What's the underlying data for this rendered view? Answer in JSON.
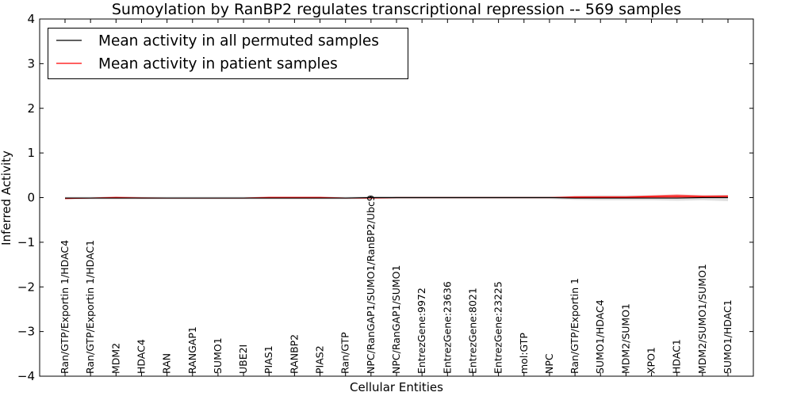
{
  "chart_data": {
    "type": "line",
    "title": "Sumoylation by RanBP2 regulates transcriptional repression -- 569 samples",
    "xlabel": "Cellular Entities",
    "ylabel": "Inferred Activity",
    "ylim": [
      -4,
      4
    ],
    "yticks": [
      "−4",
      "−3",
      "−2",
      "−1",
      "0",
      "1",
      "2",
      "3",
      "4"
    ],
    "ytick_values": [
      -4,
      -3,
      -2,
      -1,
      0,
      1,
      2,
      3,
      4
    ],
    "grid": false,
    "legend_position": "top-left",
    "categories": [
      "Ran/GTP/Exportin 1/HDAC4",
      "Ran/GTP/Exportin 1/HDAC1",
      "MDM2",
      "HDAC4",
      "RAN",
      "RANGAP1",
      "SUMO1",
      "UBE2I",
      "PIAS1",
      "RANBP2",
      "PIAS2",
      "Ran/GTP",
      "NPC/RanGAP1/SUMO1/RanBP2/Ubc9",
      "NPC/RanGAP1/SUMO1",
      "EntrezGene:9972",
      "EntrezGene:23636",
      "EntrezGene:8021",
      "EntrezGene:23225",
      "mol:GTP",
      "NPC",
      "Ran/GTP/Exportin 1",
      "SUMO1/HDAC4",
      "MDM2/SUMO1",
      "XPO1",
      "HDAC1",
      "MDM2/SUMO1/SUMO1",
      "SUMO1/HDAC1"
    ],
    "series": [
      {
        "name": "Mean activity in all permuted samples",
        "color": "#000000",
        "values": [
          -0.01,
          -0.01,
          -0.01,
          -0.01,
          -0.01,
          -0.01,
          -0.01,
          -0.01,
          -0.01,
          -0.01,
          -0.01,
          -0.01,
          0.0,
          0.0,
          0.0,
          0.0,
          0.0,
          0.0,
          0.0,
          0.0,
          -0.01,
          -0.01,
          -0.01,
          -0.01,
          -0.01,
          0.0,
          0.0
        ],
        "band_lower": [
          -0.04,
          -0.04,
          -0.04,
          -0.04,
          -0.04,
          -0.04,
          -0.04,
          -0.04,
          -0.04,
          -0.04,
          -0.04,
          -0.04,
          -0.03,
          -0.03,
          -0.03,
          -0.03,
          -0.03,
          -0.03,
          -0.03,
          -0.03,
          -0.05,
          -0.06,
          -0.06,
          -0.06,
          -0.07,
          -0.06,
          -0.08
        ],
        "band_upper": [
          0.02,
          0.02,
          0.02,
          0.02,
          0.02,
          0.02,
          0.02,
          0.02,
          0.02,
          0.02,
          0.02,
          0.02,
          0.03,
          0.03,
          0.03,
          0.03,
          0.03,
          0.03,
          0.03,
          0.03,
          0.04,
          0.05,
          0.05,
          0.05,
          0.06,
          0.05,
          0.06
        ]
      },
      {
        "name": "Mean activity in patient samples",
        "color": "#ff0000",
        "values": [
          -0.02,
          -0.01,
          0.0,
          -0.01,
          -0.01,
          -0.01,
          -0.01,
          -0.01,
          0.0,
          0.0,
          0.0,
          -0.01,
          -0.01,
          0.0,
          0.0,
          0.0,
          0.0,
          0.0,
          0.0,
          0.0,
          0.01,
          0.01,
          0.01,
          0.02,
          0.03,
          0.02,
          0.03
        ],
        "band_lower": [
          -0.03,
          -0.02,
          -0.02,
          -0.02,
          -0.02,
          -0.02,
          -0.02,
          -0.02,
          -0.02,
          -0.02,
          -0.02,
          -0.02,
          -0.02,
          -0.01,
          -0.01,
          -0.01,
          -0.01,
          -0.01,
          -0.01,
          -0.01,
          -0.01,
          -0.01,
          -0.01,
          0.0,
          0.0,
          0.0,
          0.01
        ],
        "band_upper": [
          -0.01,
          0.0,
          0.02,
          0.01,
          0.0,
          0.0,
          0.0,
          0.0,
          0.02,
          0.02,
          0.02,
          0.0,
          0.0,
          0.01,
          0.01,
          0.01,
          0.01,
          0.01,
          0.01,
          0.01,
          0.03,
          0.03,
          0.03,
          0.05,
          0.07,
          0.05,
          0.05
        ]
      }
    ]
  }
}
